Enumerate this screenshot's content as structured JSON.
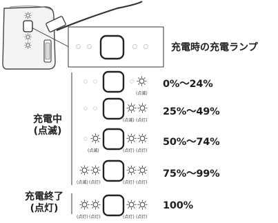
{
  "diagram": {
    "title": "充電時の充電ランプ",
    "groups": {
      "charging": {
        "line1": "充電中",
        "line2": "(点滅)"
      },
      "complete": {
        "line1": "充電終了",
        "line2": "(点灯)"
      }
    },
    "rows": [
      {
        "range": "0%〜24%",
        "led_labels": [
          "(点滅)"
        ]
      },
      {
        "range": "25%〜49%",
        "led_labels": [
          "(点滅)",
          "(点灯)"
        ]
      },
      {
        "range": "50%〜74%",
        "led_labels": [
          "(点滅)",
          "(点灯)",
          "(点灯)"
        ]
      },
      {
        "range": "75%〜99%",
        "led_labels": [
          "(点滅)",
          "(点灯)",
          "(点灯)",
          "(点灯)"
        ]
      },
      {
        "range": "100%",
        "led_labels": [
          "(点灯)",
          "(点灯)",
          "(点灯)",
          "(点灯)"
        ]
      }
    ]
  }
}
